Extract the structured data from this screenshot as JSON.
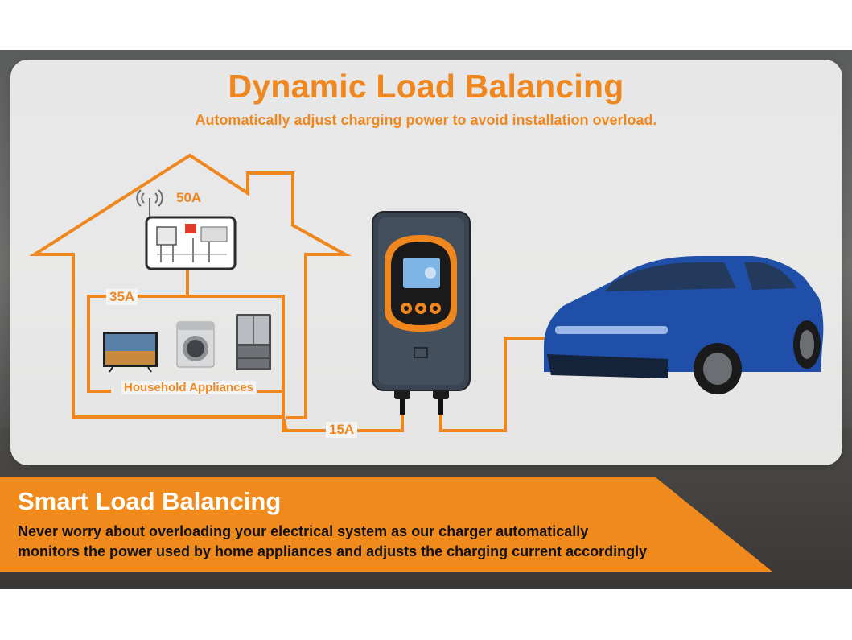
{
  "header": {
    "title": "Dynamic Load Balancing",
    "subtitle": "Automatically adjust charging power to avoid installation overload."
  },
  "diagram": {
    "meter_current": "50A",
    "household_current": "35A",
    "charger_current": "15A",
    "appliances_label": "Household Appliances",
    "icons": [
      "house-outline-icon",
      "antenna-icon",
      "electric-meter-icon",
      "tv-icon",
      "washing-machine-icon",
      "refrigerator-icon",
      "ev-charger-icon",
      "car-icon"
    ]
  },
  "banner": {
    "title": "Smart Load Balancing",
    "line1": "Never worry about overloading your electrical system as our charger automatically",
    "line2": "monitors the power used by home appliances and adjusts the charging current accordingly"
  },
  "colors": {
    "accent": "#f0871e",
    "banner": "#f08a1c",
    "car": "#1f4fa8",
    "charger_body": "#3a4450"
  }
}
